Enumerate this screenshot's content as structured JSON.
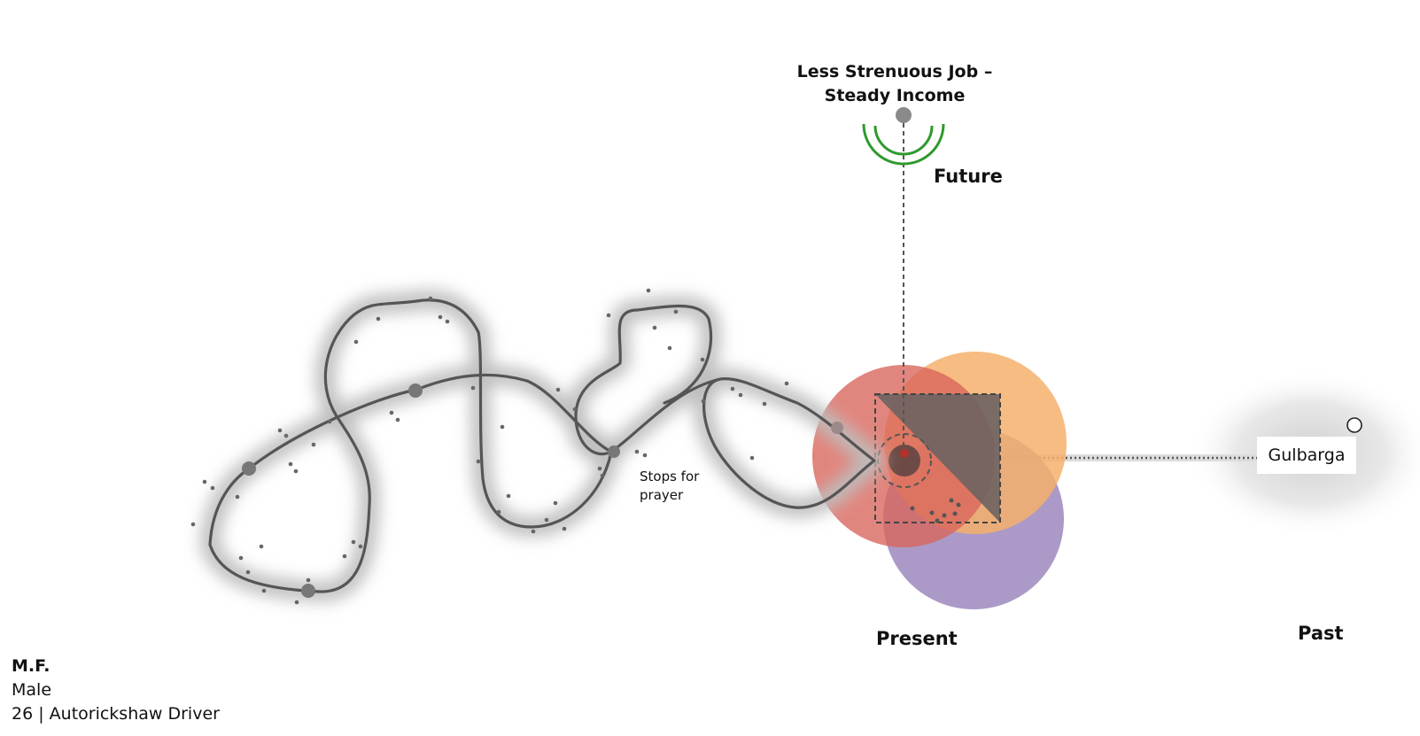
{
  "future": {
    "goal_line1": "Less Strenuous Job –",
    "goal_line2": "Steady Income",
    "label": "Future"
  },
  "present": {
    "label": "Present"
  },
  "past": {
    "label": "Past",
    "place": "Gulbarga"
  },
  "path_note": {
    "line1": "Stops for",
    "line2": "prayer"
  },
  "person": {
    "name": "M.F.",
    "gender": "Male",
    "details": "26 | Autorickshaw Driver"
  },
  "colors": {
    "path": "#555555",
    "future_signal": "#2e9a2e",
    "circle_red": "#d9645a",
    "circle_orange": "#f5b06c",
    "circle_purple": "#9c88bd",
    "square": "#6d6362",
    "core": "#b5322b"
  },
  "icons": [
    "future-signal-icon",
    "past-marker-icon",
    "present-core-icon"
  ]
}
